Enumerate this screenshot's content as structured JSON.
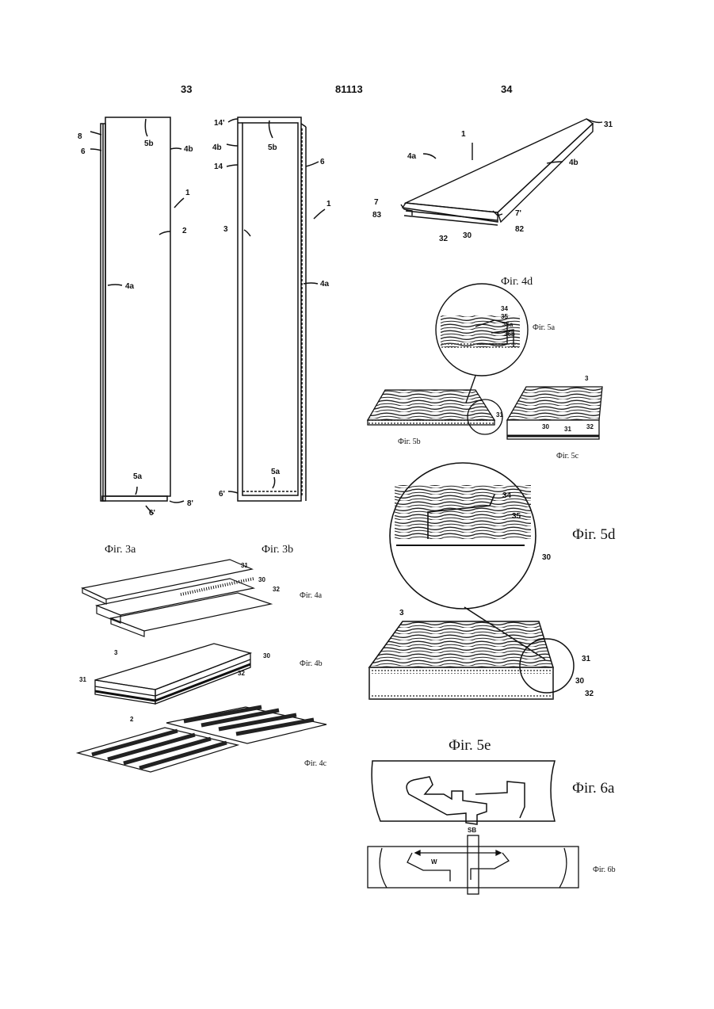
{
  "header": {
    "page_left": "33",
    "doc_number": "81113",
    "page_right": "34"
  },
  "fig3a": {
    "caption": "Фіг. 3а",
    "labels": {
      "l8": "8",
      "l6": "6",
      "l5b": "5b",
      "l4b": "4b",
      "l1": "1",
      "l2": "2",
      "l4a": "4а",
      "l5a": "5а",
      "l6p": "6'",
      "l8p": "8'"
    }
  },
  "fig3b": {
    "caption": "Фіг. 3b",
    "labels": {
      "l14p": "14'",
      "l4b": "4b",
      "l14": "14",
      "l5b": "5b",
      "l6": "6",
      "l1": "1",
      "l3": "3",
      "l4a": "4а",
      "l5a": "5а",
      "l6p": "6'"
    }
  },
  "fig4a": {
    "caption": "Фіг. 4а",
    "labels": {
      "l31": "31",
      "l30": "30",
      "l32": "32"
    }
  },
  "fig4b": {
    "caption": "Фіг. 4b",
    "labels": {
      "l3": "3",
      "l31": "31",
      "l30": "30",
      "l32": "32"
    }
  },
  "fig4c": {
    "caption": "Фіг. 4с",
    "labels": {
      "l2": "2"
    }
  },
  "fig4d": {
    "caption": "Фіг. 4d",
    "labels": {
      "l31": "31",
      "l1": "1",
      "l4a": "4а",
      "l4b": "4b",
      "l7": "7",
      "l7p": "7'",
      "l83": "83",
      "l82": "82",
      "l32": "32",
      "l30": "30"
    }
  },
  "fig5a": {
    "caption": "Фіг. 5а",
    "labels": {
      "l34": "34",
      "l35": "35",
      "l36a": "36а",
      "l36b": "36b"
    }
  },
  "fig5b": {
    "caption": "Фіг. 5b",
    "labels": {
      "l31": "31"
    }
  },
  "fig5c": {
    "caption": "Фіг. 5с",
    "labels": {
      "l3": "3",
      "l30": "30",
      "l31": "31",
      "l32": "32"
    }
  },
  "fig5d": {
    "caption": "Фіг. 5d",
    "labels": {
      "l34": "34",
      "l35": "35",
      "l30": "30"
    }
  },
  "fig5e": {
    "caption": "Фіг. 5е",
    "labels": {
      "l3": "3",
      "l31": "31",
      "l30": "30",
      "l32": "32"
    }
  },
  "fig6a": {
    "caption": "Фіг. 6а"
  },
  "fig6b": {
    "caption": "Фіг. 6b",
    "labels": {
      "lSB": "SB",
      "lW": "W"
    }
  }
}
